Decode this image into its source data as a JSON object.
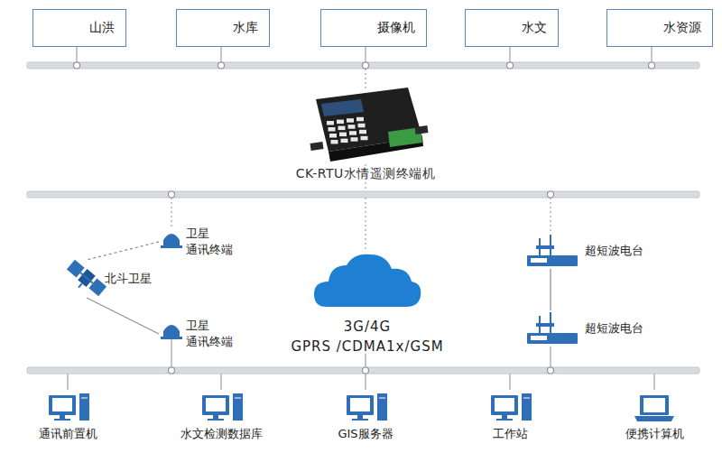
{
  "diagram": {
    "nodes": [
      {
        "text": [
          "山洪"
        ]
      },
      {
        "text": [
          "水库"
        ]
      },
      {
        "text": [
          "摄像机"
        ]
      },
      {
        "text": [
          "水文"
        ]
      },
      {
        "text": [
          "水资源"
        ]
      },
      {
        "text": [
          "CK-RTU水情遥测终端机"
        ]
      },
      {
        "text": [
          "卫星 通讯终端"
        ]
      },
      {
        "text": [
          "超短波电台"
        ]
      },
      {
        "text": [
          "北斗卫星"
        ]
      },
      {
        "text": [
          "3G/4G",
          "GPRS /CDMA1x/GSM"
        ]
      },
      {
        "text": [
          "卫星 通讯终端"
        ]
      },
      {
        "text": [
          "超短波电台"
        ]
      },
      {
        "text": [
          "通讯前置机"
        ]
      },
      {
        "text": [
          "水文检测数据库"
        ]
      },
      {
        "text": [
          "GIS服务器"
        ]
      },
      {
        "text": [
          "工作站"
        ]
      },
      {
        "text": [
          "便携计算机"
        ]
      }
    ],
    "edges": [
      {
        "from": 6,
        "to": 8,
        "arrow": "none"
      },
      {
        "from": 8,
        "to": 10,
        "arrow": "none"
      },
      {
        "from": 7,
        "to": 11,
        "arrow": "none"
      }
    ]
  }
}
